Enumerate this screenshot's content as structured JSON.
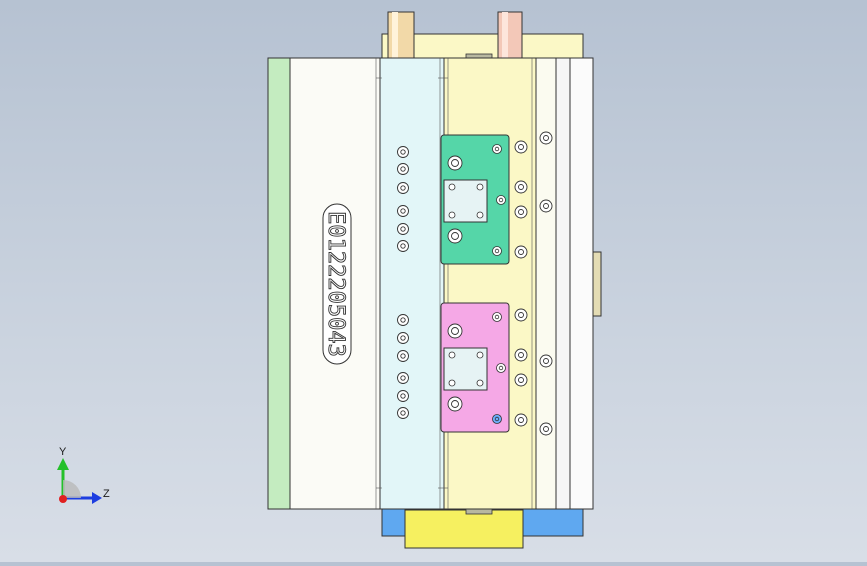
{
  "viewport": {
    "part_number": "E0122205043",
    "background_top": "#b6c2d2",
    "background_bottom": "#d8dee7"
  },
  "triad": {
    "y_label": "Y",
    "z_label": "Z",
    "y_color": "#24c02a",
    "z_color": "#1d3ee0",
    "x_color": "#e02020"
  },
  "colors": {
    "green_plate": "#c4ecc0",
    "white_plate": "#fbfbf6",
    "cyan_plate": "#e2f6f8",
    "yellow_plate": "#fbf8c6",
    "teal_block": "#55d6a8",
    "pink_block": "#f5a8e6",
    "blue_bottom": "#5fa8f0",
    "yellow_bottom": "#f6f060"
  }
}
